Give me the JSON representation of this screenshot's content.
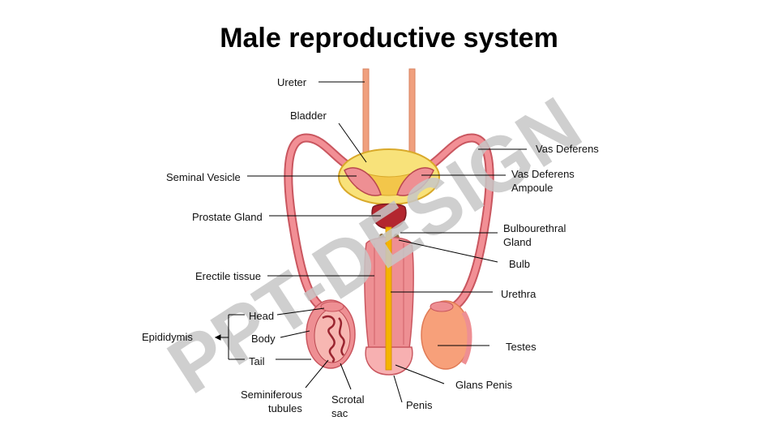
{
  "title": "Male reproductive system",
  "labels": {
    "ureter": "Ureter",
    "bladder": "Bladder",
    "vas_deferens": "Vas Deferens",
    "seminal_vesicle": "Seminal Vesicle",
    "vas_deferens_ampoule": [
      "Vas Deferens",
      "Ampoule"
    ],
    "prostate_gland": "Prostate Gland",
    "bulbourethral_gland": [
      "Bulbourethral",
      "Gland"
    ],
    "bulb": "Bulb",
    "erectile_tissue": "Erectile tissue",
    "urethra": "Urethra",
    "head": "Head",
    "epididymis": "Epididymis",
    "body": "Body",
    "tail": "Tail",
    "testes": "Testes",
    "glans_penis": "Glans Penis",
    "seminiferous_tubules": [
      "Seminiferous",
      "tubules"
    ],
    "scrotal_sac": [
      "Scrotal",
      "sac"
    ],
    "penis": "Penis"
  },
  "watermark": "PPT-DESIGN",
  "colors": {
    "duct": "#f0a07e",
    "vas": "#f28f95",
    "vas_outline": "#c9565f",
    "bladder": "#f8e27a",
    "bladder_outline": "#d9a92a",
    "prostate": "#b3262f",
    "erectile": "#ee8f93",
    "urethra": "#f5b400",
    "testis": "#f7a07a",
    "leader": "#000000",
    "watermark": "#c7c7c7"
  }
}
